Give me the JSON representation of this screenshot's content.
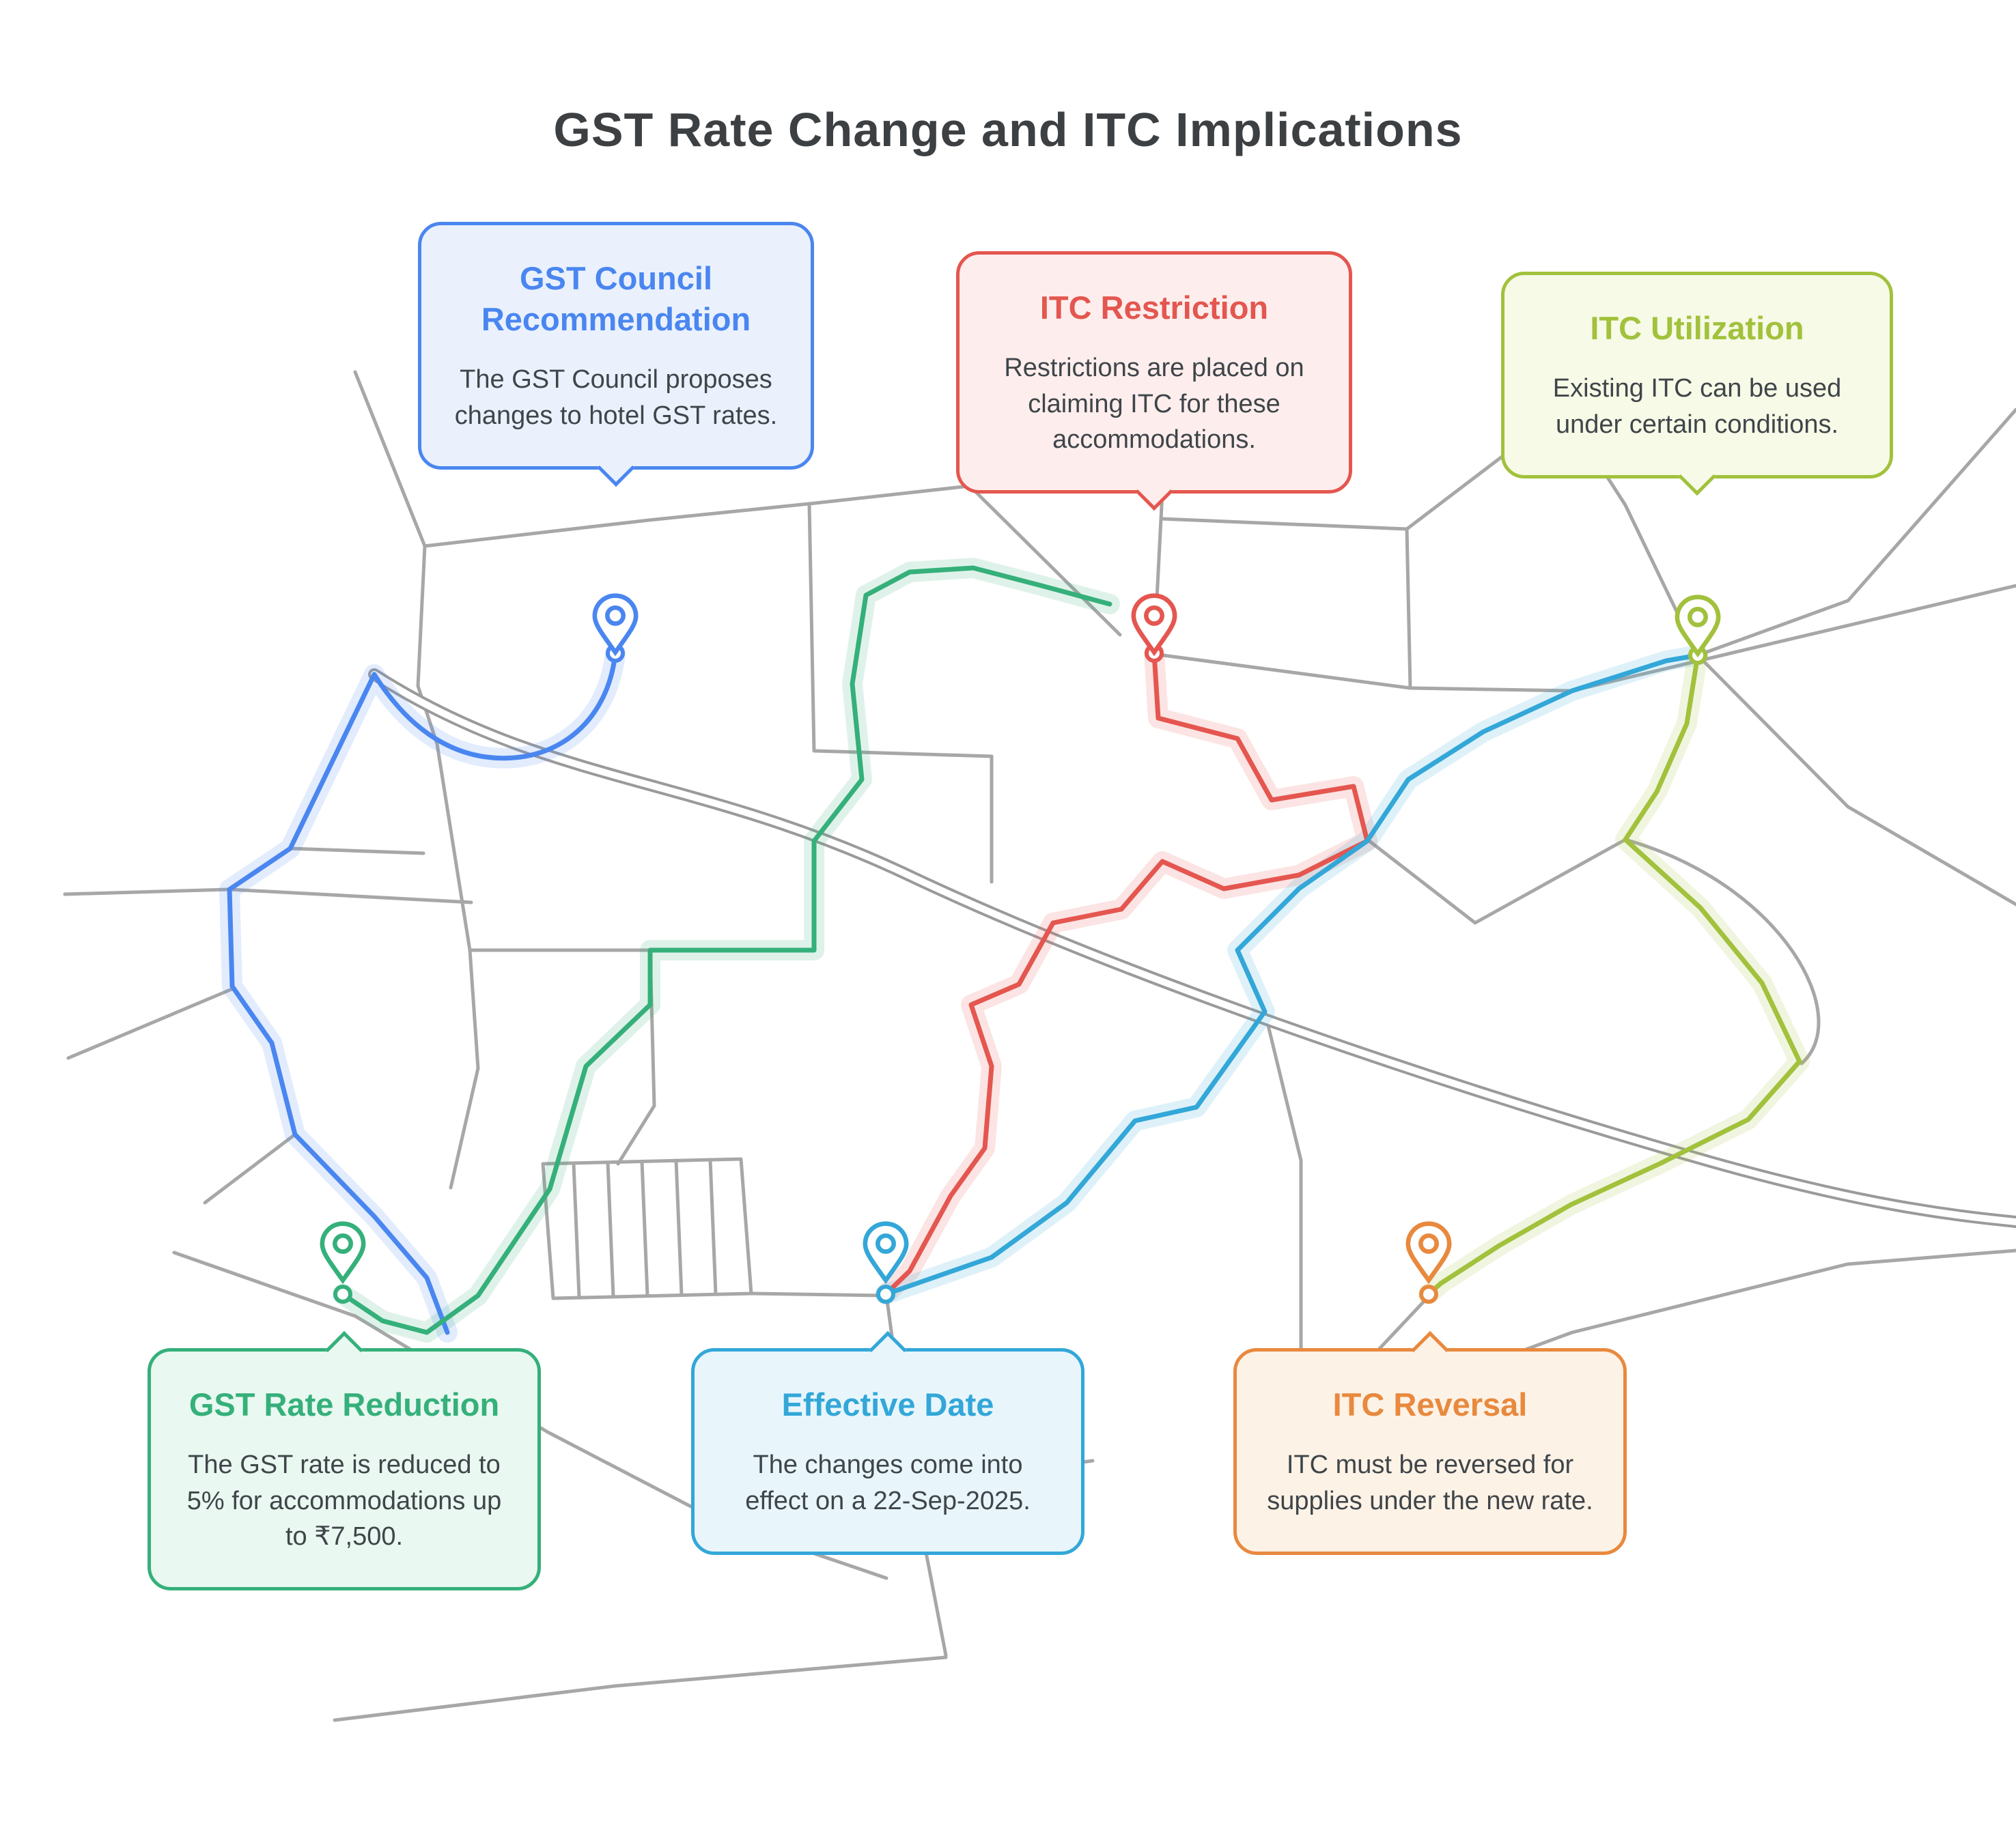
{
  "title": "GST Rate Change and ITC Implications",
  "map": {
    "road_color": "#a7a7a7",
    "background": "#ffffff",
    "title_text_color": "#3c4043",
    "body_text_color": "#3f4549"
  },
  "callouts": [
    {
      "id": "gst-council-recommendation",
      "label": "GST Council Recommendation",
      "text": "The GST Council proposes changes to hotel GST rates.",
      "accent": "#4a86f0",
      "fill": "#eaf1fd"
    },
    {
      "id": "itc-restriction",
      "label": "ITC Restriction",
      "text": "Restrictions are placed on claiming ITC for these accommodations.",
      "accent": "#e4564f",
      "fill": "#fdeeed"
    },
    {
      "id": "itc-utilization",
      "label": "ITC Utilization",
      "text": "Existing ITC can be used under certain conditions.",
      "accent": "#a2c13c",
      "fill": "#f6fae6"
    },
    {
      "id": "gst-rate-reduction",
      "label": "GST Rate Reduction",
      "text": "The GST rate is reduced to 5% for accommodations up to ₹7,500.",
      "accent": "#35b07a",
      "fill": "#e9f8f1"
    },
    {
      "id": "effective-date",
      "label": "Effective Date",
      "text": "The changes come into effect on a 22-Sep-2025.",
      "accent": "#33a7d8",
      "fill": "#e8f6fc"
    },
    {
      "id": "itc-reversal",
      "label": "ITC Reversal",
      "text": "ITC must be reversed for supplies under the new rate.",
      "accent": "#e8893e",
      "fill": "#fdf2e6"
    }
  ]
}
